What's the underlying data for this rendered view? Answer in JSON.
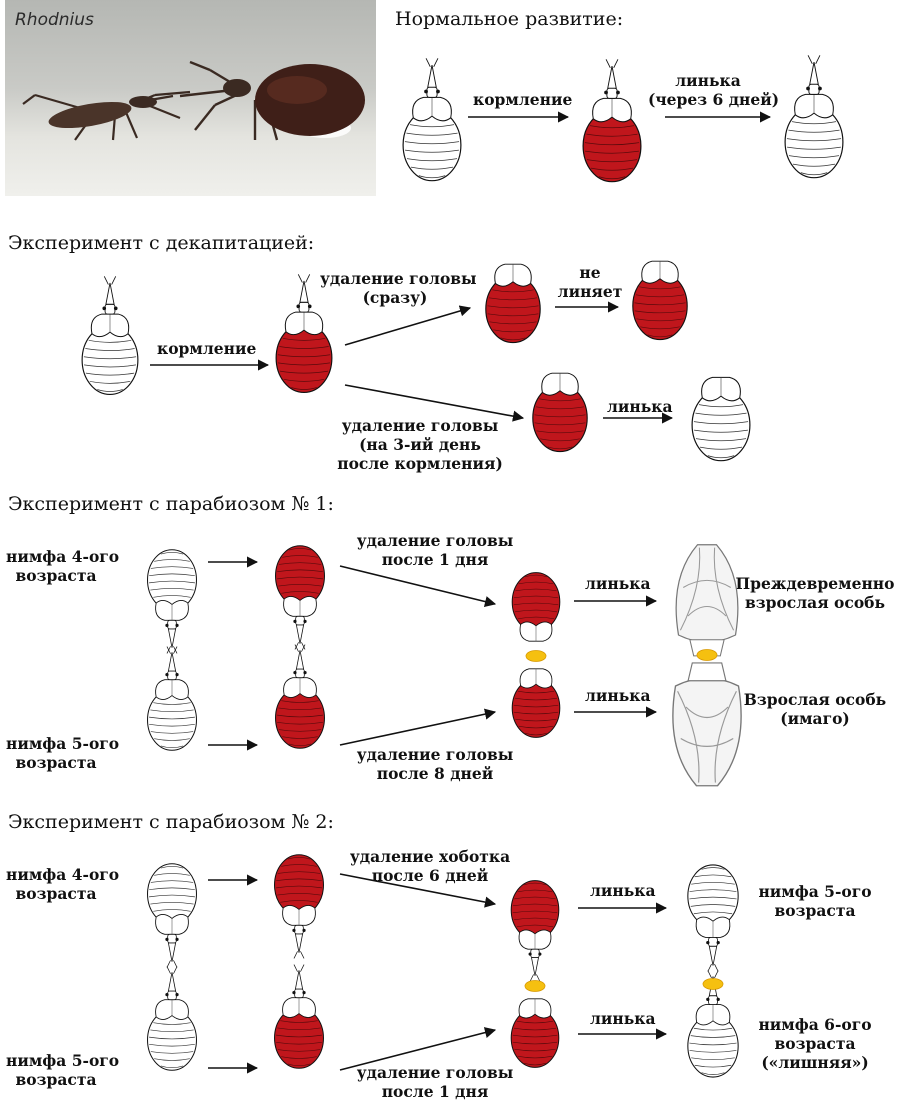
{
  "photo": {
    "title": "Rhodnius"
  },
  "colors": {
    "fed": "#c0161c",
    "gland": "#f5c010",
    "outline": "#111111",
    "line": "#333333"
  },
  "sections": {
    "normal": {
      "title": "Нормальное развитие:",
      "feeding": "кормление",
      "molt_line1": "линька",
      "molt_line2": "(через 6 дней)"
    },
    "decap": {
      "title": "Эксперимент с декапитацией:",
      "feeding": "кормление",
      "upper_line1": "удаление головы",
      "upper_line2": "(сразу)",
      "no_molt_line1": "не",
      "no_molt_line2": "линяет",
      "lower_line1": "удаление головы",
      "lower_line2": "(на 3-ий день",
      "lower_line3": "после кормления)",
      "molt": "линька"
    },
    "para1": {
      "title": "Эксперимент с парабиозом № 1:",
      "nymph4_line1": "нимфа 4-ого",
      "nymph4_line2": "возраста",
      "nymph5_line1": "нимфа 5-ого",
      "nymph5_line2": "возраста",
      "top_line1": "удаление головы",
      "top_line2": "после 1 дня",
      "bottom_line1": "удаление головы",
      "bottom_line2": "после 8 дней",
      "molt_top": "линька",
      "molt_bottom": "линька",
      "result_top_line1": "Преждевременно",
      "result_top_line2": "взрослая особь",
      "result_bottom_line1": "Взрослая особь",
      "result_bottom_line2": "(имаго)"
    },
    "para2": {
      "title": "Эксперимент с парабиозом № 2:",
      "nymph4_line1": "нимфа 4-ого",
      "nymph4_line2": "возраста",
      "nymph5_line1": "нимфа 5-ого",
      "nymph5_line2": "возраста",
      "top_line1": "удаление хоботка",
      "top_line2": "после 6 дней",
      "bottom_line1": "удаление головы",
      "bottom_line2": "после 1 дня",
      "molt_top": "линька",
      "molt_bottom": "линька",
      "result_top_line1": "нимфа 5-ого",
      "result_top_line2": "возраста",
      "result_bottom_line1": "нимфа 6-ого",
      "result_bottom_line2": "возраста",
      "result_bottom_line3": "(«лишняя»)"
    }
  }
}
